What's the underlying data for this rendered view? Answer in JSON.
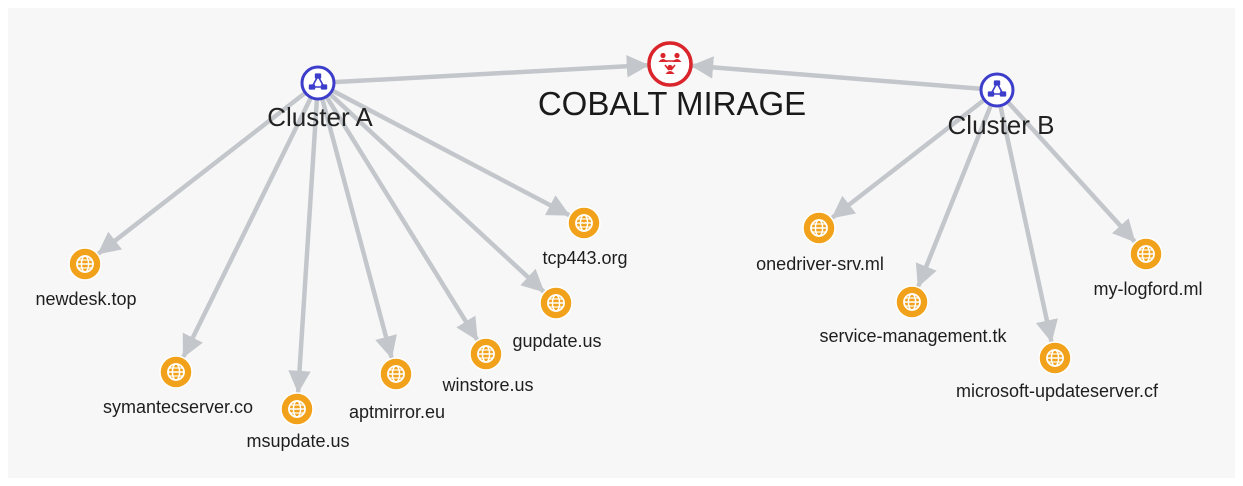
{
  "diagram": {
    "root": {
      "id": "root",
      "label": "COBALT MIRAGE",
      "icon": "group-icon",
      "color": "#d9252b"
    },
    "clusters": [
      {
        "id": "clusterA",
        "label": "Cluster A",
        "icon": "network-icon",
        "color": "#3d3dcc",
        "domains": [
          "newdesk.top",
          "symantecserver.co",
          "msupdate.us",
          "aptmirror.eu",
          "winstore.us",
          "gupdate.us",
          "tcp443.org"
        ]
      },
      {
        "id": "clusterB",
        "label": "Cluster B",
        "icon": "network-icon",
        "color": "#3d3dcc",
        "domains": [
          "onedriver-srv.ml",
          "service-management.tk",
          "microsoft-updateserver.cf",
          "my-logford.ml"
        ]
      }
    ],
    "domain_icon": "globe-icon",
    "domain_color": "#f2a21a",
    "edge_color": "#c3c7cb"
  }
}
